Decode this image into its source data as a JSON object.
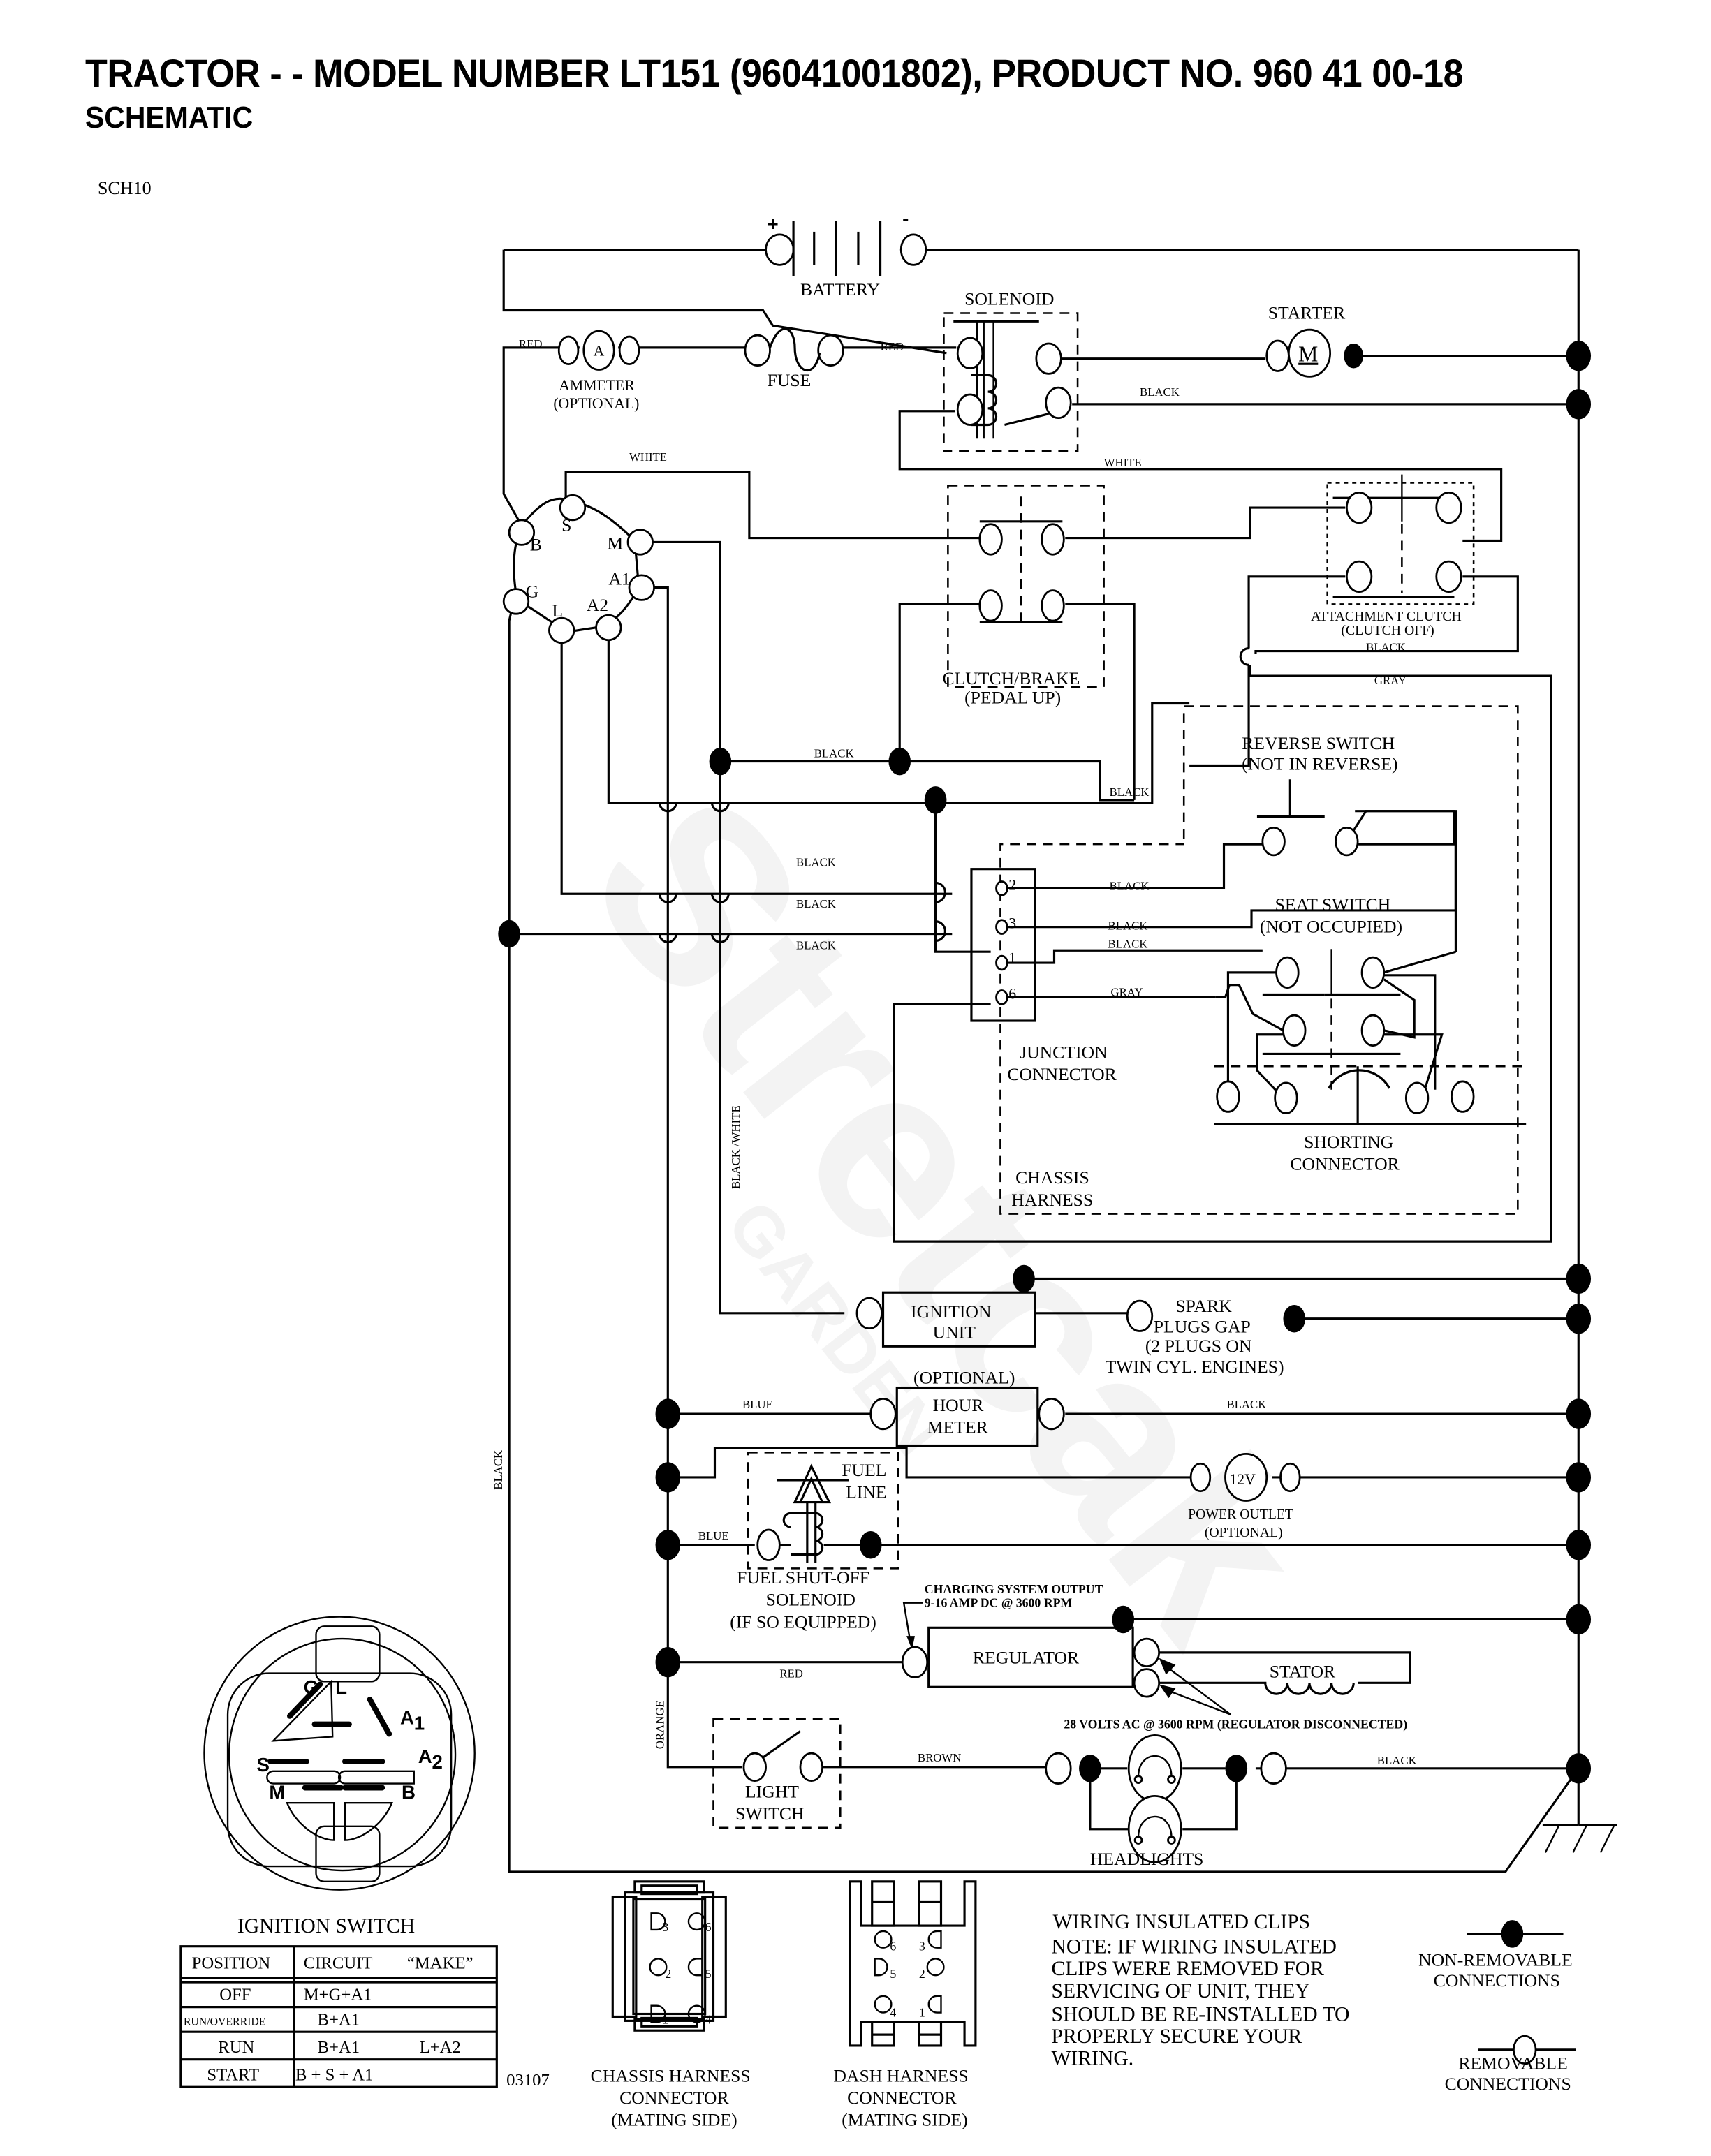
{
  "header": {
    "title": "TRACTOR - - MODEL NUMBER LT151 (96041001802), PRODUCT NO. 960 41 00-18",
    "subtitle": "SCHEMATIC",
    "code": "SCH10"
  },
  "watermark": {
    "text": "Stretcak",
    "subtext": "GARDEN"
  },
  "components": {
    "battery": {
      "label": "BATTERY",
      "plus": "+",
      "minus": "-"
    },
    "solenoid": {
      "label": "SOLENOID"
    },
    "starter": {
      "label": "STARTER",
      "symbol": "M"
    },
    "ammeter": {
      "label": "AMMETER",
      "note": "(OPTIONAL)",
      "symbol": "A"
    },
    "fuse": {
      "label": "FUSE"
    },
    "ignition_terminals": [
      "S",
      "B",
      "M",
      "A1",
      "G",
      "L",
      "A2"
    ],
    "clutch_brake": {
      "label": "CLUTCH/BRAKE",
      "note": "(PEDAL UP)"
    },
    "attachment_clutch": {
      "label": "ATTACHMENT CLUTCH",
      "note": "(CLUTCH OFF)"
    },
    "reverse_switch": {
      "label": "REVERSE SWITCH",
      "note": "(NOT IN REVERSE)"
    },
    "seat_switch": {
      "label": "SEAT SWITCH",
      "note": "(NOT OCCUPIED)"
    },
    "junction_connector": {
      "label1": "JUNCTION",
      "label2": "CONNECTOR",
      "pins": [
        "2",
        "3",
        "1",
        "6"
      ]
    },
    "shorting_connector": {
      "label1": "SHORTING",
      "label2": "CONNECTOR"
    },
    "chassis_harness": {
      "label1": "CHASSIS",
      "label2": "HARNESS"
    },
    "ignition_unit": {
      "label1": "IGNITION",
      "label2": "UNIT"
    },
    "spark_plugs": {
      "line1": "SPARK",
      "line2": "PLUGS GAP",
      "line3": "(2 PLUGS ON",
      "line4": "TWIN CYL. ENGINES)"
    },
    "hour_meter": {
      "note": "(OPTIONAL)",
      "label1": "HOUR",
      "label2": "METER"
    },
    "fuel_solenoid": {
      "fuel_line1": "FUEL",
      "fuel_line2": "LINE",
      "label1": "FUEL SHUT-OFF",
      "label2": "SOLENOID",
      "label3": "(IF SO EQUIPPED)"
    },
    "power_outlet": {
      "symbol": "12V",
      "label": "POWER OUTLET",
      "note": "(OPTIONAL)"
    },
    "charging": {
      "line1": "CHARGING SYSTEM OUTPUT",
      "line2": "9-16 AMP DC @ 3600 RPM"
    },
    "regulator": {
      "label": "REGULATOR"
    },
    "stator": {
      "label": "STATOR",
      "note": "28 VOLTS AC @ 3600 RPM (REGULATOR DISCONNECTED)"
    },
    "light_switch": {
      "label1": "LIGHT",
      "label2": "SWITCH"
    },
    "headlights": {
      "label": "HEADLIGHTS"
    }
  },
  "wire_colors": {
    "red1": "RED",
    "red2": "RED",
    "red3": "RED",
    "white1": "WHITE",
    "white2": "WHITE",
    "black_sol": "BLACK",
    "black_att": "BLACK",
    "gray_top": "GRAY",
    "black_cb": "BLACK",
    "black_rev": "BLACK",
    "black_l1": "BLACK",
    "black_l2": "BLACK",
    "black_l3": "BLACK",
    "black_j2": "BLACK",
    "black_j3": "BLACK",
    "black_j1": "BLACK",
    "gray_j6": "GRAY",
    "black_white": "BLACK /WHITE",
    "black_left": "BLACK",
    "blue1": "BLUE",
    "black_hm": "BLACK",
    "blue2": "BLUE",
    "orange": "ORANGE",
    "brown": "BROWN",
    "black_hl": "BLACK"
  },
  "ignition_switch": {
    "title": "IGNITION SWITCH",
    "face_labels": {
      "G": "G",
      "L": "L",
      "A1": "A",
      "A1_sub": "1",
      "A2": "A",
      "A2_sub": "2",
      "S": "S",
      "M": "M",
      "B": "B"
    },
    "table": {
      "headers": [
        "POSITION",
        "CIRCUIT",
        "“MAKE”"
      ],
      "rows": [
        {
          "position": "OFF",
          "circuit": "M+G+A1",
          "extra": ""
        },
        {
          "position": "RUN/OVERRIDE",
          "circuit": "B+A1",
          "extra": ""
        },
        {
          "position": "RUN",
          "circuit": "B+A1",
          "extra": "L+A2"
        },
        {
          "position": "START",
          "circuit": "B + S + A1",
          "extra": ""
        }
      ]
    },
    "ref": "03107"
  },
  "chassis_connector": {
    "pins": [
      "3",
      "6",
      "2",
      "5",
      "1",
      "4"
    ],
    "label1": "CHASSIS HARNESS",
    "label2": "CONNECTOR",
    "label3": "(MATING SIDE)"
  },
  "dash_connector": {
    "pins": [
      "6",
      "3",
      "5",
      "2",
      "4",
      "1"
    ],
    "label1": "DASH HARNESS",
    "label2": "CONNECTOR",
    "label3": "(MATING SIDE)"
  },
  "clips_note": {
    "title": "WIRING INSULATED CLIPS",
    "lines": [
      "NOTE:  IF WIRING INSULATED",
      "CLIPS WERE REMOVED FOR",
      "SERVICING OF UNIT, THEY",
      "SHOULD BE RE-INSTALLED TO",
      "PROPERLY SECURE YOUR",
      " WIRING."
    ]
  },
  "legend": {
    "non_removable1": "NON-REMOVABLE",
    "non_removable2": "CONNECTIONS",
    "removable1": "REMOVABLE",
    "removable2": "CONNECTIONS"
  }
}
